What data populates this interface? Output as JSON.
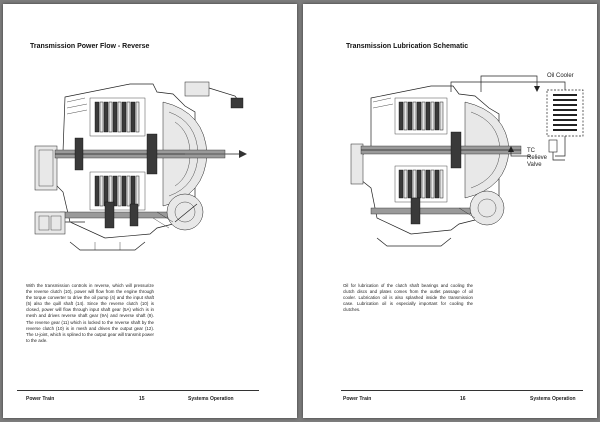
{
  "left_page": {
    "title": "Transmission Power Flow - Reverse",
    "body": "With the transmission controls in reverse, which will pressurize the reverse clutch (10), power will flow from the engine through the torque converter to drive the oil pump (4) and the input shaft (5) also the quill shaft (14). Since the reverse clutch (10) is closed, power will flow through input shaft gear (5A) which is in mesh and drives reverse shaft gear (9A) and reverse shaft (9). The reverse gear (11) which is locked to the reverse shaft by the reverse clutch (10) is in mesh and drives the output gear (12). The U-joint, which is splined to the output gear will transmit power to the axle.",
    "footer_left": "Power Train",
    "page_number": "15",
    "footer_right": "Systems Operation"
  },
  "right_page": {
    "title": "Transmission Lubrication Schematic",
    "body": "Oil for lubrication of the clutch shaft bearings and cooling the clutch discs and plates comes from the outlet passage of oil cooler. Lubrication oil is also splashed inside the transmission case. Lubrication oil is especially important for cooling the clutches.",
    "footer_left": "Power Train",
    "page_number": "16",
    "footer_right": "Systems Operation",
    "diagram_labels": {
      "oil_cooler": "Oil Cooler",
      "tc_relieve_line1": "TC",
      "tc_relieve_line2": "Relieve",
      "tc_relieve_line3": "Valve"
    }
  },
  "colors": {
    "background": "#7d7d7d",
    "page": "#ffffff",
    "ink": "#222222"
  }
}
